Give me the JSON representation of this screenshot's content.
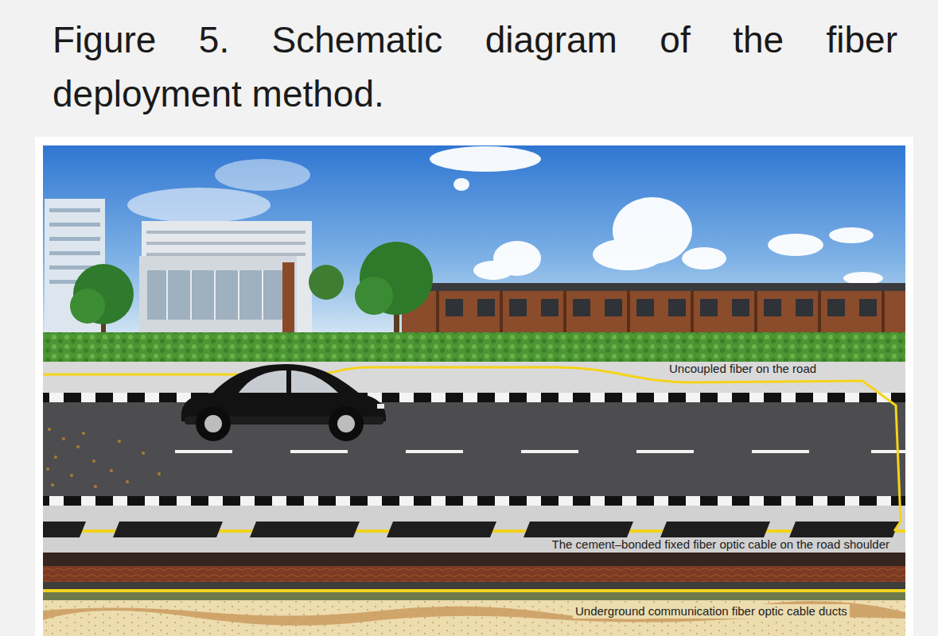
{
  "diagram": {
    "caption": "Figure 5. Schematic diagram of the fiber deployment method.",
    "labels": [
      "Uncoupled fiber on the road",
      "The cement–bonded fixed fiber optic cable on the road shoulder",
      "Underground communication fiber optic cable ducts"
    ]
  }
}
